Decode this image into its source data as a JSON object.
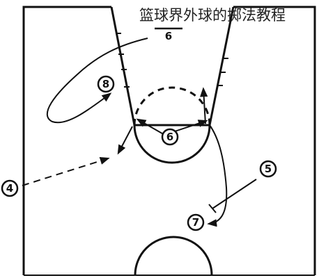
{
  "caption": "篮球界外球的掷法教程",
  "players": [
    {
      "id": "player-4",
      "label": "4"
    },
    {
      "id": "player-8",
      "label": "8"
    },
    {
      "id": "player-6",
      "label": "6"
    },
    {
      "id": "player-5",
      "label": "5"
    },
    {
      "id": "player-7",
      "label": "7"
    },
    {
      "id": "player-top",
      "label": "6"
    }
  ]
}
